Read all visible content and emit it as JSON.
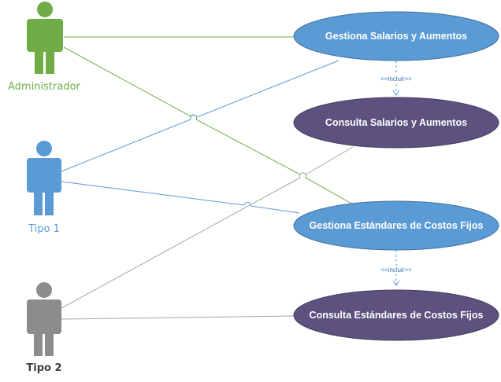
{
  "actors": [
    {
      "id": "admin",
      "label": "Administrador",
      "color": "#70ad47"
    },
    {
      "id": "tipo1",
      "label": "Tipo 1",
      "color": "#5b9bd5"
    },
    {
      "id": "tipo2",
      "label": "Tipo 2",
      "color": "#8c8c8c"
    }
  ],
  "use_cases": [
    {
      "id": "gestiona-salarios",
      "label": "Gestiona Salarios y Aumentos",
      "color": "#5b9bd5"
    },
    {
      "id": "consulta-salarios",
      "label": "Consulta Salarios y Aumentos",
      "color": "#5c517f"
    },
    {
      "id": "gestiona-costos",
      "label": "Gestiona Estándares de Costos Fijos",
      "color": "#5b9bd5"
    },
    {
      "id": "consulta-costos",
      "label": "Consulta Estándares de Costos Fijos",
      "color": "#5c517f"
    }
  ],
  "relations": {
    "include_label": "<<incluir>>",
    "include_color": "#5b9bd5"
  }
}
